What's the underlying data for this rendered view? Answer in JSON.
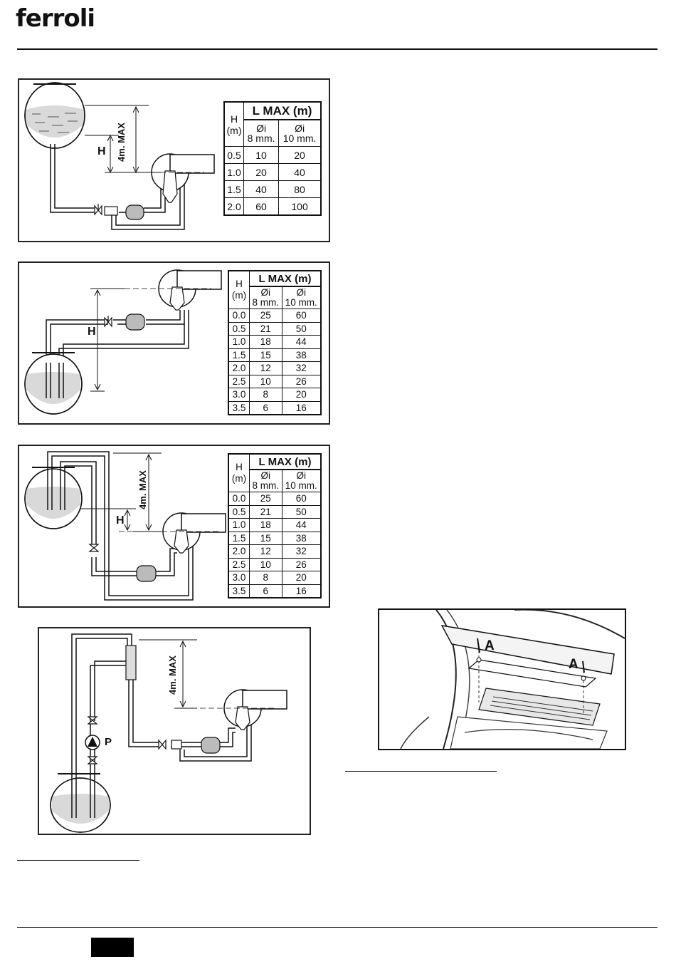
{
  "brand": {
    "logo_text": "ferroli"
  },
  "diagram1": {
    "vertical_label": "4m. MAX",
    "h_label": "H",
    "table": {
      "title": "L MAX (m)",
      "h_header": [
        "H",
        "(m)"
      ],
      "col1_header": [
        "Øi",
        "8 mm."
      ],
      "col2_header": [
        "Øi",
        "10 mm."
      ],
      "rows": [
        [
          "0.5",
          "10",
          "20"
        ],
        [
          "1.0",
          "20",
          "40"
        ],
        [
          "1.5",
          "40",
          "80"
        ],
        [
          "2.0",
          "60",
          "100"
        ]
      ]
    }
  },
  "diagram2": {
    "h_label": "H",
    "table": {
      "title": "L MAX (m)",
      "h_header": [
        "H",
        "(m)"
      ],
      "col1_header": [
        "Øi",
        "8 mm."
      ],
      "col2_header": [
        "Øi",
        "10 mm."
      ],
      "rows": [
        [
          "0.0",
          "25",
          "60"
        ],
        [
          "0.5",
          "21",
          "50"
        ],
        [
          "1.0",
          "18",
          "44"
        ],
        [
          "1.5",
          "15",
          "38"
        ],
        [
          "2.0",
          "12",
          "32"
        ],
        [
          "2.5",
          "10",
          "26"
        ],
        [
          "3.0",
          "8",
          "20"
        ],
        [
          "3.5",
          "6",
          "16"
        ]
      ]
    }
  },
  "diagram3": {
    "vertical_label": "4m. MAX",
    "h_label": "H",
    "table": {
      "title": "L MAX (m)",
      "h_header": [
        "H",
        "(m)"
      ],
      "col1_header": [
        "Øi",
        "8 mm."
      ],
      "col2_header": [
        "Øi",
        "10 mm."
      ],
      "rows": [
        [
          "0.0",
          "25",
          "60"
        ],
        [
          "0.5",
          "21",
          "50"
        ],
        [
          "1.0",
          "18",
          "44"
        ],
        [
          "1.5",
          "15",
          "38"
        ],
        [
          "2.0",
          "12",
          "32"
        ],
        [
          "2.5",
          "10",
          "26"
        ],
        [
          "3.0",
          "8",
          "20"
        ],
        [
          "3.5",
          "6",
          "16"
        ]
      ]
    }
  },
  "diagram4": {
    "vertical_label": "4m. MAX",
    "pump_label": "P"
  },
  "photo": {
    "label_a1": "A",
    "label_a2": "A"
  }
}
